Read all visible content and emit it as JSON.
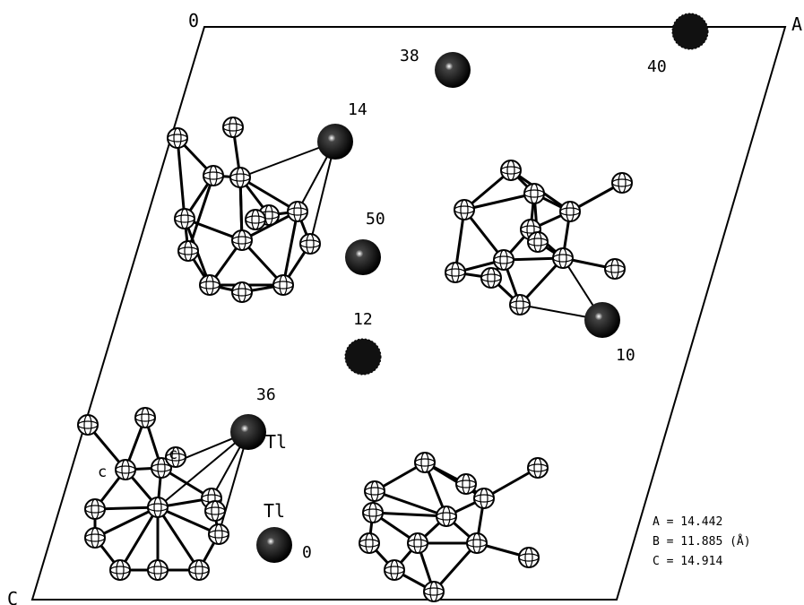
{
  "corners": {
    "origin": "0",
    "a_axis": "A",
    "c_axis": "C"
  },
  "atom_labels": {
    "n38": "38",
    "n40": "40",
    "n14": "14",
    "n50": "50",
    "n12": "12",
    "n10": "10",
    "n36": "36",
    "n0": "0",
    "tl_upper": "Tl",
    "tl_lower": "Tl",
    "c_left": "c",
    "c_right": "c"
  },
  "cell_parameters": {
    "a_line": "A = 14.442",
    "b_line": "B = 11.885 (Å)",
    "c_line": "C = 14.914"
  },
  "colors": {
    "ink": "#000000",
    "background": "#ffffff"
  }
}
